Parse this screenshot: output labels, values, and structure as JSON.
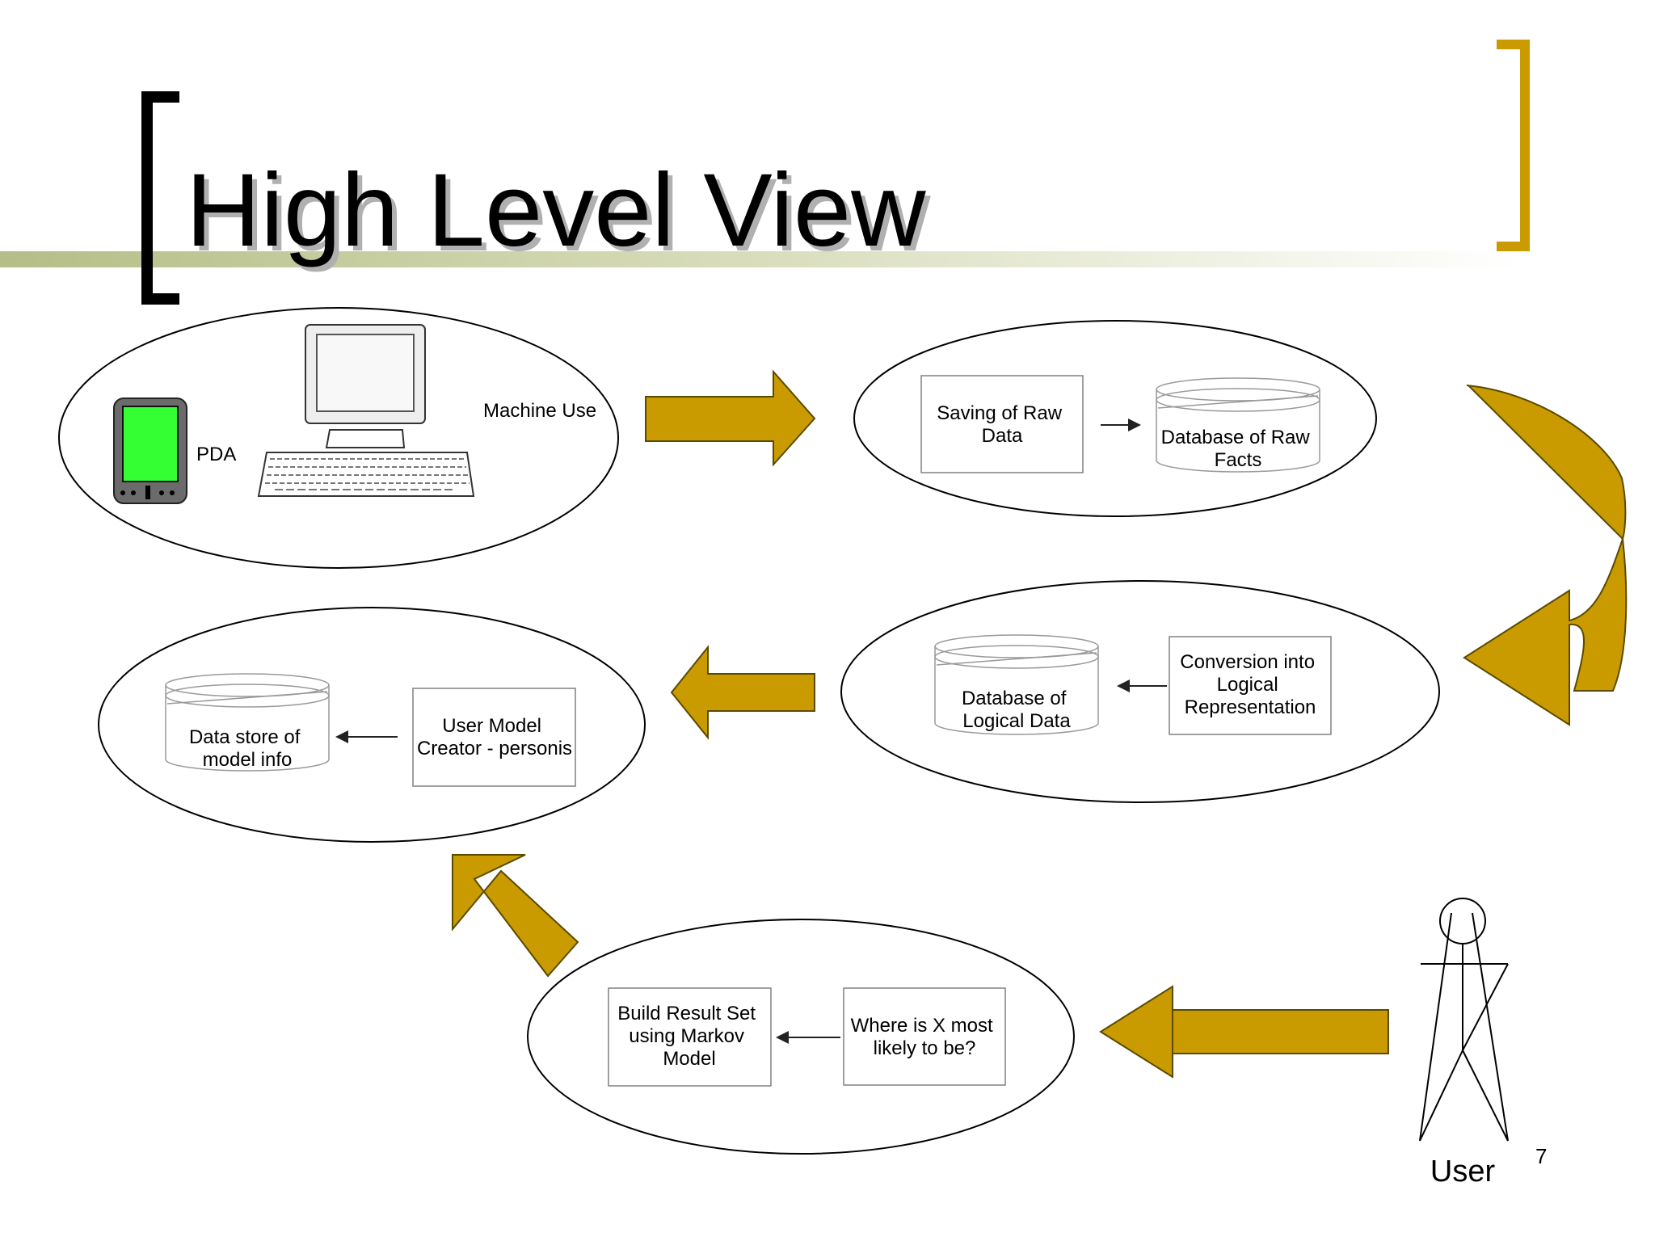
{
  "slide": {
    "title": "High Level View",
    "page_number": "7"
  },
  "colors": {
    "accent_gold": "#C99B00",
    "title_bar": "#B5BE87",
    "pda_screen": "#33FF33"
  },
  "icons": [
    "pda-icon",
    "computer-icon",
    "keyboard-icon",
    "database-cylinder-icon",
    "stick-figure-user-icon",
    "block-arrow-icon"
  ],
  "stages": {
    "machine_use": {
      "pda_label": "PDA",
      "label": "Machine Use"
    },
    "raw_data": {
      "saving_box": [
        "Saving of Raw",
        "Data"
      ],
      "database": [
        "Database of Raw",
        "Facts"
      ]
    },
    "logical": {
      "conversion_box": [
        "Conversion into",
        "Logical",
        "Representation"
      ],
      "database": [
        "Database of",
        "Logical Data"
      ]
    },
    "user_model": {
      "creator_box": [
        "User Model",
        "Creator - personis"
      ],
      "datastore": [
        "Data store of",
        "model info"
      ]
    },
    "query": {
      "question_box": [
        "Where is X most",
        "likely to be?"
      ],
      "result_box": [
        "Build Result Set",
        "using Markov",
        "Model"
      ]
    }
  },
  "user": {
    "label": "User"
  }
}
